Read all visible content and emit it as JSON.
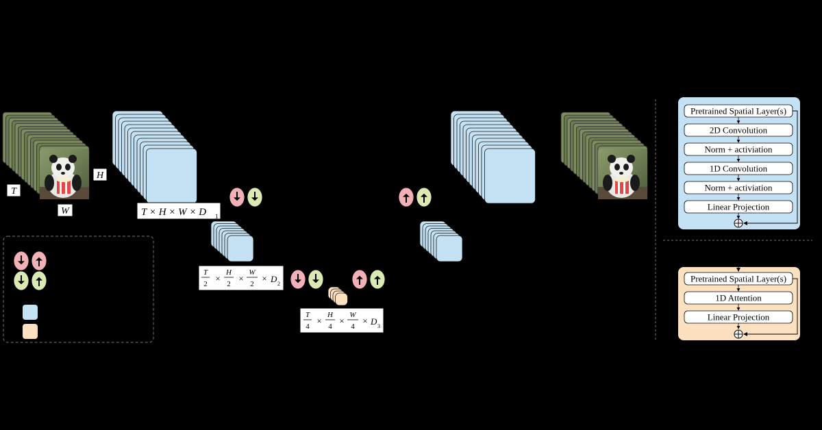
{
  "colors": {
    "background": "#000000",
    "spatiotemporal_block": "#c5e2f4",
    "attention_block": "#fbe1c0",
    "downsample_circle": "#f2b1b6",
    "temporal_circle": "#dbeab2",
    "arrow": "#000000"
  },
  "input_video": {
    "dim_T": "T",
    "dim_H": "H",
    "dim_W": "W",
    "subject": "panda eating popcorn"
  },
  "encoder": {
    "level1_shape": {
      "text": "T × H × W × D",
      "sub": "1"
    },
    "level2_shape": {
      "T": "T",
      "H": "H",
      "W": "W",
      "den": "2",
      "D": "D",
      "sub": "2"
    },
    "level3_shape": {
      "T": "T",
      "H": "H",
      "W": "W",
      "den": "4",
      "D": "D",
      "sub": "3"
    }
  },
  "icons": {
    "down": "down-arrow-icon",
    "up": "up-arrow-icon"
  },
  "conv_block": {
    "title": "",
    "layers": [
      "Pretrained Spatial Layer(s)",
      "2D Convolution",
      "Norm + activiation",
      "1D Convolution",
      "Norm + activiation",
      "Linear Projection"
    ],
    "sum_symbol": "⊕"
  },
  "attn_block": {
    "title": "",
    "layers": [
      "Pretrained Spatial Layer(s)",
      "1D Attention",
      "Linear Projection"
    ],
    "sum_symbol": "⊕"
  }
}
